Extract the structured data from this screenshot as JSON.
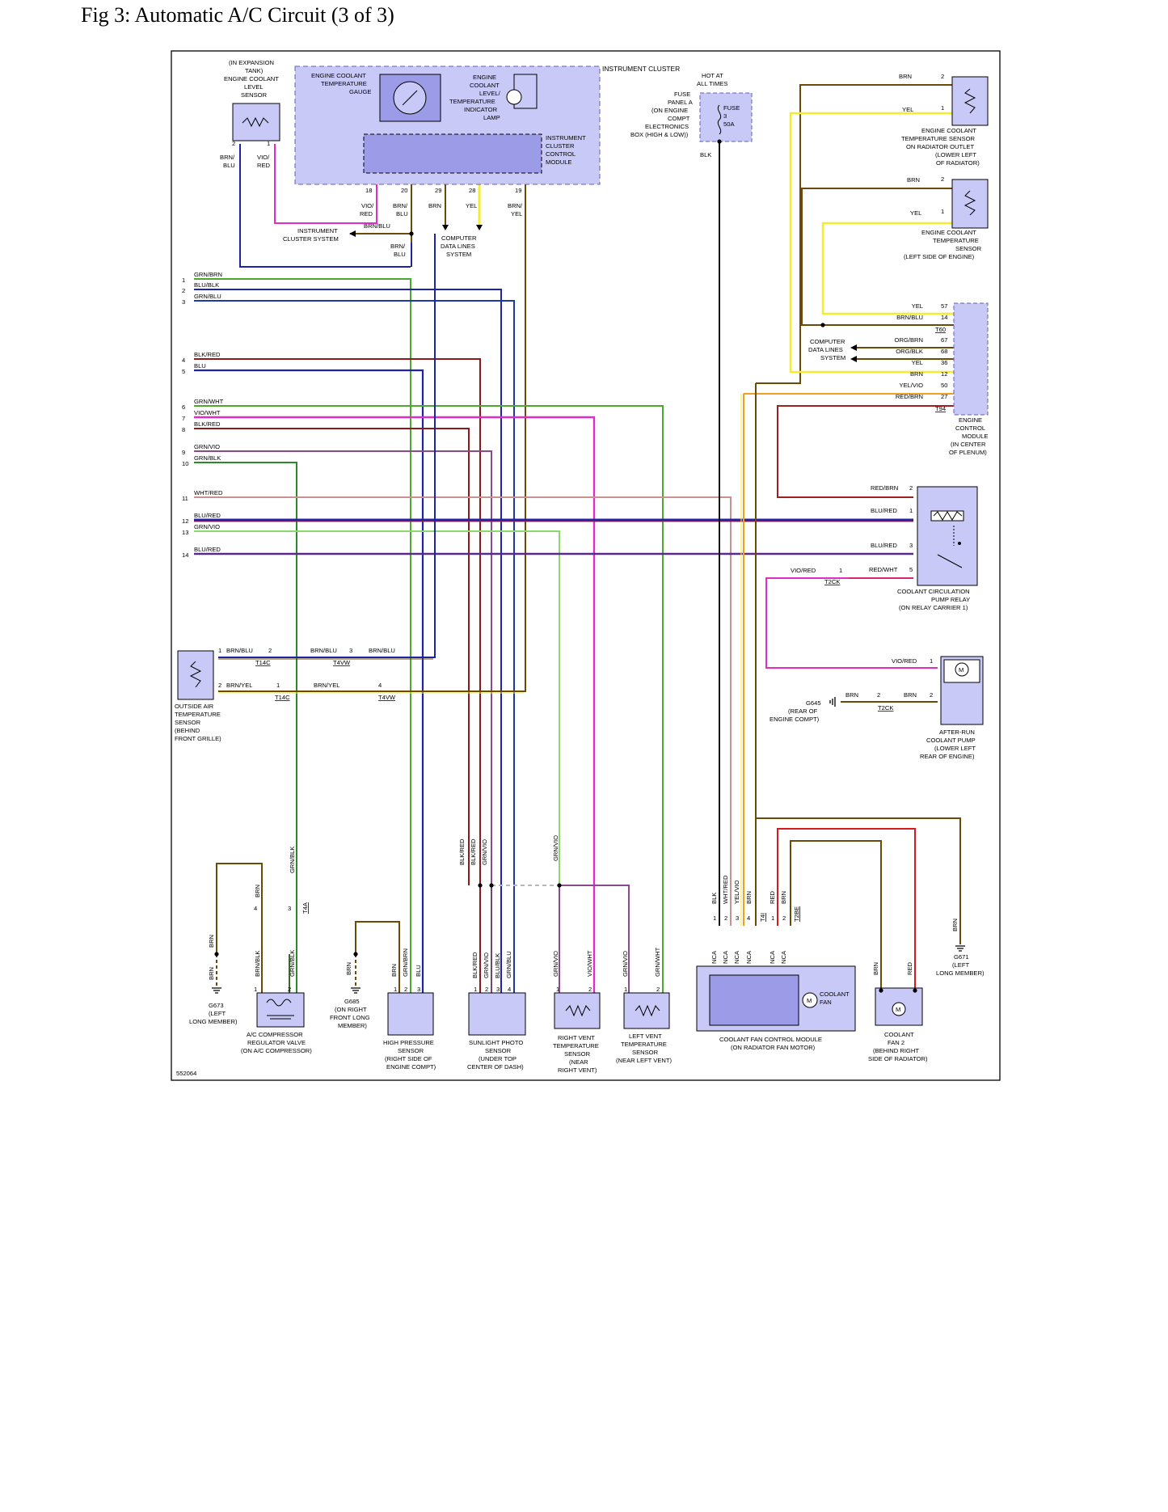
{
  "page": {
    "title": "Fig 3: Automatic A/C Circuit (3 of 3)",
    "figure_id": "552064"
  },
  "colors": {
    "BRN": "#6b4a08",
    "YEL": "#f2ee2c",
    "GRN": "#4aa82e",
    "BLU": "#1d24a8",
    "RED": "#d41c1c",
    "VIO": "#e22cc8",
    "BLK": "#111111",
    "WHT": "#cfcfcf",
    "ORG": "#f0a020",
    "GRY": "#b8b8b8",
    "module_fill": "#c9c9f7",
    "module_dark": "#9b9be8"
  },
  "labels": {
    "ic_title": "INSTRUMENT CLUSTER",
    "ic_gauge": [
      "ENGINE COOLANT",
      "TEMPERATURE",
      "GAUGE"
    ],
    "ic_lamp": [
      "ENGINE",
      "COOLANT",
      "LEVEL/",
      "TEMPERATURE",
      "INDICATOR",
      "LAMP"
    ],
    "ic_module": [
      "INSTRUMENT",
      "CLUSTER",
      "CONTROL",
      "MODULE"
    ],
    "ic_pins": [
      "18",
      "20",
      "29",
      "28",
      "19"
    ],
    "ic_wires": [
      "VIO/",
      "RED",
      "BRN/",
      "BLU",
      "BRN",
      "YEL",
      "BRN/",
      "YEL"
    ],
    "ic_system": [
      "INSTRUMENT",
      "CLUSTER SYSTEM"
    ],
    "ic_brnblu": "BRN/BLU",
    "ic_brnblu2": [
      "BRN/",
      "BLU"
    ],
    "cdl_system": [
      "COMPUTER",
      "DATA LINES",
      "SYSTEM"
    ],
    "level_sensor": [
      "(IN EXPANSION",
      "TANK)",
      "ENGINE COOLANT",
      "LEVEL",
      "SENSOR"
    ],
    "level_pins": [
      "2",
      "1"
    ],
    "level_wires": [
      "BRN/",
      "BLU",
      "VIO/",
      "RED"
    ],
    "fuse_hot": [
      "HOT AT",
      "ALL TIMES"
    ],
    "fuse_panel": [
      "FUSE",
      "PANEL A",
      "(ON ENGINE",
      "COMPT",
      "ELECTRONICS",
      "BOX (HIGH & LOW))"
    ],
    "fuse_label": [
      "FUSE",
      "3",
      "50A"
    ],
    "fuse_wire": "BLK",
    "ect_outlet": [
      "ENGINE COOLANT",
      "TEMPERATURE SENSOR",
      "ON RADIATOR OUTLET",
      "(LOWER LEFT",
      "OF RADIATOR)"
    ],
    "ect_outlet_wires": [
      "BRN",
      "YEL"
    ],
    "ect_outlet_pins": [
      "2",
      "1"
    ],
    "ect_engine": [
      "ENGINE COOLANT",
      "TEMPERATURE",
      "SENSOR",
      "(LEFT SIDE OF ENGINE)"
    ],
    "ect_engine_wires": [
      "BRN",
      "YEL"
    ],
    "ect_engine_pins": [
      "2",
      "1"
    ],
    "ecm_rows": [
      {
        "wire": "YEL",
        "pin": "57"
      },
      {
        "wire": "BRN/BLU",
        "pin": "14"
      },
      {
        "wire": "ORG/BRN",
        "pin": "67"
      },
      {
        "wire": "ORG/BLK",
        "pin": "68"
      },
      {
        "wire": "YEL",
        "pin": "36"
      },
      {
        "wire": "BRN",
        "pin": "12"
      },
      {
        "wire": "YEL/VIO",
        "pin": "50"
      },
      {
        "wire": "RED/BRN",
        "pin": "27"
      }
    ],
    "ecm_conn": [
      "T60",
      "T94"
    ],
    "ecm_name": [
      "ENGINE",
      "CONTROL",
      "MODULE",
      "(IN CENTER",
      "OF PLENUM)"
    ],
    "ecm_cdl": [
      "COMPUTER",
      "DATA LINES",
      "SYSTEM"
    ],
    "harness": [
      {
        "num": "1",
        "wire": "GRN/BRN"
      },
      {
        "num": "2",
        "wire": "BLU/BLK"
      },
      {
        "num": "3",
        "wire": "GRN/BLU"
      },
      {
        "num": "4",
        "wire": "BLK/RED"
      },
      {
        "num": "5",
        "wire": "BLU"
      },
      {
        "num": "6",
        "wire": "GRN/WHT"
      },
      {
        "num": "7",
        "wire": "VIO/WHT"
      },
      {
        "num": "8",
        "wire": "BLK/RED"
      },
      {
        "num": "9",
        "wire": "GRN/VIO"
      },
      {
        "num": "10",
        "wire": "GRN/BLK"
      },
      {
        "num": "11",
        "wire": "WHT/RED"
      },
      {
        "num": "12",
        "wire": "BLU/RED"
      },
      {
        "num": "13",
        "wire": "GRN/VIO"
      },
      {
        "num": "14",
        "wire": "BLU/RED"
      }
    ],
    "relay_wires": [
      {
        "wire": "RED/BRN",
        "pin": "2"
      },
      {
        "wire": "BLU/RED",
        "pin": "1"
      },
      {
        "wire": "BLU/RED",
        "pin": "3"
      },
      {
        "wire": "RED/WHT",
        "pin": "5"
      }
    ],
    "relay_vio": "VIO/RED",
    "relay_vio_pin": "1",
    "relay_conn": "T2CK",
    "relay_name": [
      "COOLANT CIRCULATION",
      "PUMP RELAY",
      "(ON RELAY CARRIER 1)"
    ],
    "pump_wire": "VIO/RED",
    "pump_pin": "1",
    "pump_ground": [
      "G645",
      "(REAR OF",
      "ENGINE COMPT)"
    ],
    "pump_brn": [
      "BRN",
      "2",
      "BRN",
      "2"
    ],
    "pump_conn": "T2CK",
    "pump_name": [
      "AFTER-RUN",
      "COOLANT PUMP",
      "(LOWER LEFT",
      "REAR OF ENGINE)"
    ],
    "oat_name": [
      "OUTSIDE AIR",
      "TEMPERATURE",
      "SENSOR",
      "(BEHIND",
      "FRONT GRILLE)"
    ],
    "oat_row1": [
      "1",
      "BRN/BLU",
      "2",
      "BRN/BLU",
      "3",
      "BRN/BLU"
    ],
    "oat_row2": [
      "2",
      "BRN/YEL",
      "1",
      "BRN/YEL",
      "4"
    ],
    "oat_conn": [
      "T14C",
      "T4VW",
      "T14C",
      "T4VW"
    ],
    "mid_vert": [
      "BLK/RED",
      "BLK/RED",
      "GRN/VIO",
      "GRN/VIO",
      "GRN/BLK"
    ],
    "compressor_name": [
      "A/C COMPRESSOR",
      "REGULATOR VALVE",
      "(ON A/C COMPRESSOR)"
    ],
    "compressor_wires": [
      "BRN",
      "GRN/BLK",
      "BRN/BLK",
      "GRN/BLK",
      "BRN",
      "BRN"
    ],
    "compressor_pins": [
      "4",
      "3",
      "1",
      "2"
    ],
    "compressor_conn": "T4A",
    "g673": [
      "G673",
      "(LEFT",
      "LONG MEMBER)"
    ],
    "g685": [
      "G685",
      "(ON RIGHT",
      "FRONT LONG",
      "MEMBER)"
    ],
    "hps_name": [
      "HIGH PRESSURE",
      "SENSOR",
      "(RIGHT SIDE OF",
      "ENGINE COMPT)"
    ],
    "hps_wires": [
      "BRN",
      "BRN",
      "GRN/BRN",
      "BLU"
    ],
    "hps_pins": [
      "1",
      "2",
      "3"
    ],
    "sun_name": [
      "SUNLIGHT PHOTO",
      "SENSOR",
      "(UNDER TOP",
      "CENTER OF DASH)"
    ],
    "sun_wires": [
      "BLK/RED",
      "GRN/VIO",
      "BLU/BLK",
      "GRN/BLU"
    ],
    "sun_pins": [
      "1",
      "2",
      "3",
      "4"
    ],
    "rvent_name": [
      "RIGHT VENT",
      "TEMPERATURE",
      "SENSOR",
      "(NEAR",
      "RIGHT VENT)"
    ],
    "rvent_wires": [
      "GRN/VIO",
      "VIO/WHT"
    ],
    "lvent_name": [
      "LEFT VENT",
      "TEMPERATURE",
      "SENSOR",
      "(NEAR LEFT VENT)"
    ],
    "lvent_wires": [
      "GRN/VIO",
      "GRN/WHT"
    ],
    "vent_pins": [
      "1",
      "2"
    ],
    "cfm_name": [
      "COOLANT FAN CONTROL MODULE",
      "(ON RADIATOR FAN MOTOR)"
    ],
    "cfm_wires": [
      "BLK",
      "WHT/RED",
      "YEL/VIO",
      "BRN",
      "RED",
      "BRN"
    ],
    "cfm_pins": [
      "1",
      "2",
      "3",
      "4",
      "1",
      "2"
    ],
    "cfm_conns": [
      "T4I",
      "T2BE"
    ],
    "cfm_nca": "NCA",
    "cfm_motor": [
      "COOLANT",
      "FAN"
    ],
    "fan2_name": [
      "COOLANT",
      "FAN 2",
      "(BEHIND RIGHT",
      "SIDE OF RADIATOR)"
    ],
    "fan2_wires": [
      "BRN",
      "RED"
    ],
    "g671": [
      "G671",
      "(LEFT",
      "LONG MEMBER)"
    ],
    "g671_wire": "BRN"
  }
}
